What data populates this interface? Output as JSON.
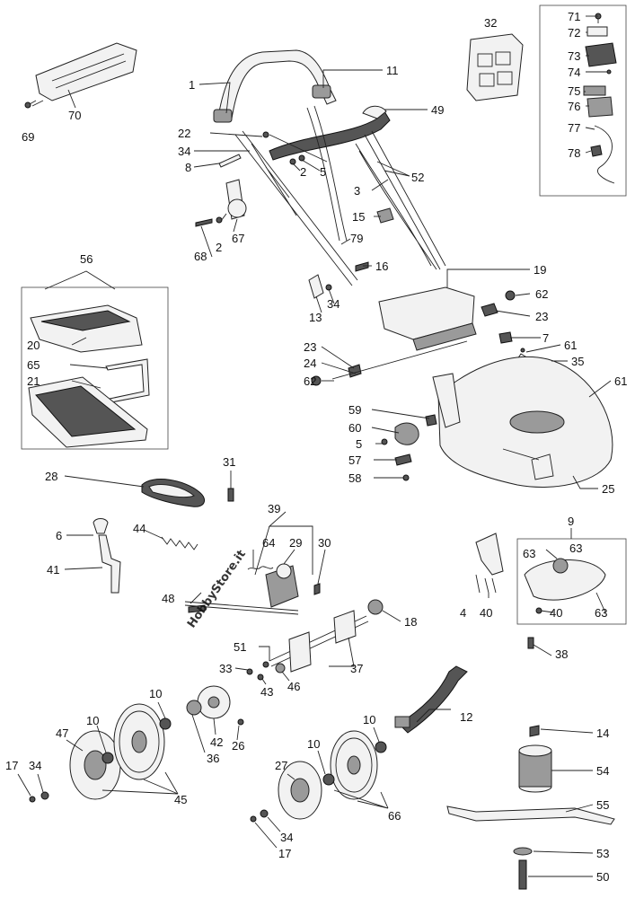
{
  "watermark": {
    "text": "HobbyStore.it",
    "color": "#a8d12a"
  },
  "labels": {
    "l1": "1",
    "l2a": "2",
    "l2b": "2",
    "l3": "3",
    "l4": "4",
    "l5a": "5",
    "l5b": "5",
    "l6": "6",
    "l7": "7",
    "l8": "8",
    "l9": "9",
    "l10a": "10",
    "l10b": "10",
    "l10c": "10",
    "l10d": "10",
    "l11": "11",
    "l12": "12",
    "l13": "13",
    "l14": "14",
    "l15": "15",
    "l16": "16",
    "l17a": "17",
    "l17b": "17",
    "l18": "18",
    "l19": "19",
    "l20": "20",
    "l21": "21",
    "l22": "22",
    "l23a": "23",
    "l23b": "23",
    "l24": "24",
    "l25": "25",
    "l26": "26",
    "l27": "27",
    "l28": "28",
    "l29": "29",
    "l30": "30",
    "l31": "31",
    "l32": "32",
    "l33": "33",
    "l34a": "34",
    "l34b": "34",
    "l34c": "34",
    "l34d": "34",
    "l35": "35",
    "l36": "36",
    "l37": "37",
    "l38": "38",
    "l39": "39",
    "l40a": "40",
    "l40b": "40",
    "l41": "41",
    "l42": "42",
    "l43": "43",
    "l44": "44",
    "l45": "45",
    "l46": "46",
    "l47": "47",
    "l48": "48",
    "l49": "49",
    "l50": "50",
    "l51": "51",
    "l52": "52",
    "l53": "53",
    "l54": "54",
    "l55": "55",
    "l56": "56",
    "l57": "57",
    "l58": "58",
    "l59": "59",
    "l60": "60",
    "l61a": "61",
    "l61b": "61",
    "l62a": "62",
    "l62b": "62",
    "l63a": "63",
    "l63b": "63",
    "l63c": "63",
    "l64": "64",
    "l65": "65",
    "l66": "66",
    "l67": "67",
    "l68": "68",
    "l69": "69",
    "l70": "70",
    "l71": "71",
    "l72": "72",
    "l73": "73",
    "l74": "74",
    "l75": "75",
    "l76": "76",
    "l77": "77",
    "l78": "78",
    "l79": "79"
  }
}
